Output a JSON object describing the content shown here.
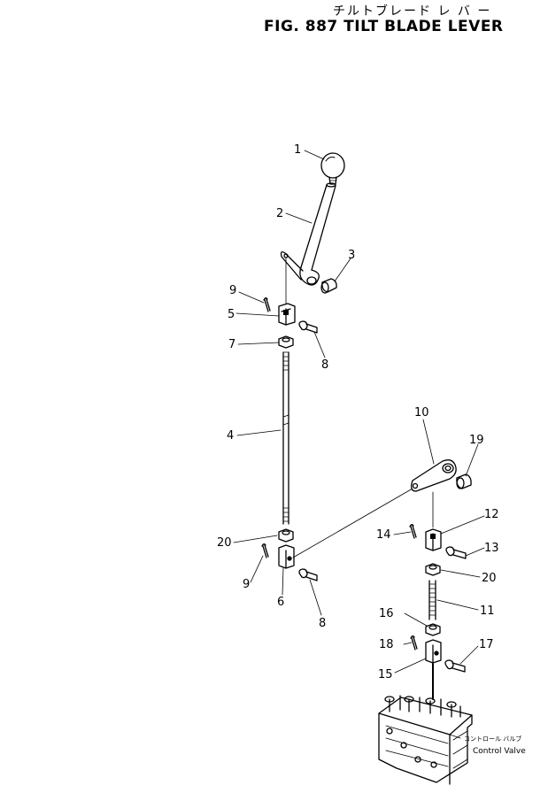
{
  "figure": {
    "title_jp": "チルトブレード レ バ ー",
    "title_en": "FIG. 887  TILT BLADE LEVER"
  },
  "callouts": [
    {
      "id": "1",
      "label": "1"
    },
    {
      "id": "2",
      "label": "2"
    },
    {
      "id": "3",
      "label": "3"
    },
    {
      "id": "9a",
      "label": "9"
    },
    {
      "id": "5",
      "label": "5"
    },
    {
      "id": "7",
      "label": "7"
    },
    {
      "id": "8a",
      "label": "8"
    },
    {
      "id": "4",
      "label": "4"
    },
    {
      "id": "10",
      "label": "10"
    },
    {
      "id": "19",
      "label": "19"
    },
    {
      "id": "12",
      "label": "12"
    },
    {
      "id": "14",
      "label": "14"
    },
    {
      "id": "13",
      "label": "13"
    },
    {
      "id": "20a",
      "label": "20"
    },
    {
      "id": "20b",
      "label": "20"
    },
    {
      "id": "9b",
      "label": "9"
    },
    {
      "id": "6",
      "label": "6"
    },
    {
      "id": "8b",
      "label": "8"
    },
    {
      "id": "11",
      "label": "11"
    },
    {
      "id": "16",
      "label": "16"
    },
    {
      "id": "18",
      "label": "18"
    },
    {
      "id": "17",
      "label": "17"
    },
    {
      "id": "15",
      "label": "15"
    }
  ],
  "control_valve": {
    "label_jp": "コントロール バルブ",
    "label_en": "Control Valve"
  }
}
